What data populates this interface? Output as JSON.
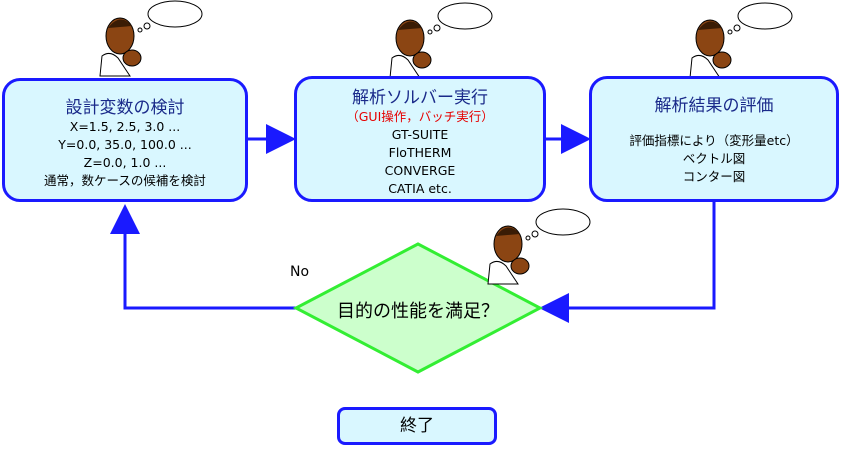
{
  "box_design": {
    "title": "設計変数の検討",
    "lines": [
      "X=1.5, 2.5, 3.0 ...",
      "Y=0.0, 35.0, 100.0 ...",
      "Z=0.0, 1.0 ...",
      "通常，数ケースの候補を検討"
    ]
  },
  "box_solver": {
    "title": "解析ソルバー実行",
    "subtitle": "（GUI操作，バッチ実行）",
    "lines": [
      "GT-SUITE",
      "FloTHERM",
      "CONVERGE",
      "CATIA etc."
    ]
  },
  "box_eval": {
    "title": "解析結果の評価",
    "lines": [
      "評価指標により（変形量etc）",
      "ベクトル図",
      "コンター図"
    ]
  },
  "decision": {
    "text": "目的の性能を満足？",
    "no_label": "No"
  },
  "end_box": {
    "label": "終了"
  },
  "colors": {
    "box_fill": "#d9f7ff",
    "box_border": "#1a1aff",
    "arrow": "#1a1aff",
    "diamond_fill": "#ccffcc",
    "diamond_border": "#33ee33",
    "subtitle": "#e60000"
  },
  "icons": [
    "thinking-person-icon",
    "thought-bubble-icon"
  ]
}
